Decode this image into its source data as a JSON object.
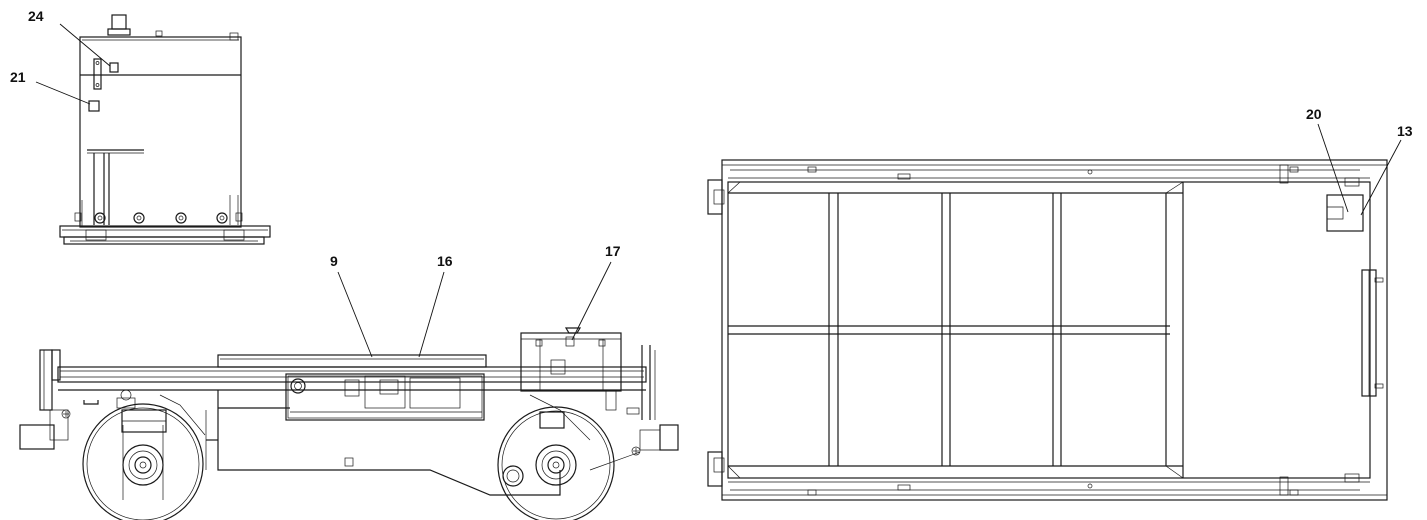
{
  "callouts": [
    {
      "id": "c24",
      "label": "24"
    },
    {
      "id": "c21",
      "label": "21"
    },
    {
      "id": "c9",
      "label": "9"
    },
    {
      "id": "c16",
      "label": "16"
    },
    {
      "id": "c17",
      "label": "17"
    },
    {
      "id": "c20",
      "label": "20"
    },
    {
      "id": "c13",
      "label": "13"
    }
  ]
}
